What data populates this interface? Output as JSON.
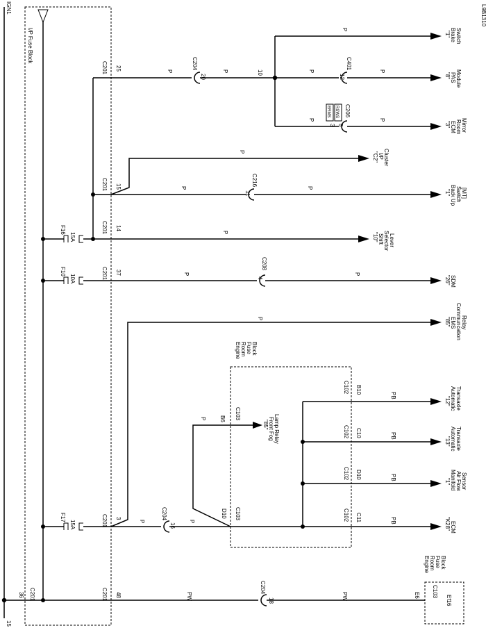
{
  "fig_id": "L9B1310",
  "bus": {
    "name": "IGN1",
    "pin": "15"
  },
  "ip_block": "I/P Fuse Block",
  "er_block": [
    "Engine",
    "Room",
    "Fuse",
    "Block"
  ],
  "er_block2": [
    "Engine",
    "Room",
    "Fuse",
    "Block"
  ],
  "fuses": {
    "f16": {
      "name": "F16",
      "amp": "15A"
    },
    "f10": {
      "name": "F10",
      "amp": "10A"
    },
    "f17": {
      "name": "F17",
      "amp": "15A"
    },
    "ef16": "Ef16"
  },
  "c201": "C201",
  "pins": {
    "p25": "25",
    "p15": "15",
    "p14": "14",
    "p37": "37",
    "p3": "3",
    "p48": "48",
    "p36": "36",
    "b6": "B6",
    "d10": "D10",
    "e6": "E6",
    "b10": "B10",
    "c10": "C10",
    "d10b": "D10",
    "c11": "C11",
    "n10": "10"
  },
  "conns": {
    "c204a": {
      "name": "C204",
      "pin": "20"
    },
    "c204b": {
      "name": "C204",
      "pin": "16"
    },
    "c204c": {
      "name": "C204",
      "pin": "18"
    },
    "c401": {
      "name": "C401",
      "pin": "12"
    },
    "c206": {
      "name": "C206",
      "pin1": "3",
      "pin2": "5",
      "opt1": "ERMS",
      "opt2": "RSWS"
    },
    "c216": {
      "name": "C216",
      "pin": "11"
    },
    "c208": {
      "name": "C208",
      "pin": "4"
    },
    "c103": "C103",
    "c102": "C102"
  },
  "colors": {
    "p": "P",
    "pb": "PB",
    "pw": "PW"
  },
  "dest": {
    "brake": [
      "\"1\"",
      "Brake",
      "Switch"
    ],
    "pas": [
      "\"8\"",
      "PAS",
      "Module"
    ],
    "ecm_mirror": [
      "\"3\"",
      "ECM",
      "Room",
      "Mirror"
    ],
    "ip_cluster": [
      "\"C2\"",
      "I/P",
      "Cluster"
    ],
    "backup": [
      "\"1\"",
      "Back Up",
      "Switch",
      "[MT]"
    ],
    "shift": [
      "\"10\"",
      "Shift",
      "Selector",
      "Lever"
    ],
    "sdm": [
      "\"26\"",
      "SDM"
    ],
    "ems": [
      "\"85\"",
      "EMS",
      "Communcation",
      "Relay"
    ],
    "fog": [
      "\"85\"",
      "Front Fog",
      "Lamp Relay"
    ],
    "at12": [
      "\"12\"",
      "Automatic",
      "Transaxle"
    ],
    "at13": [
      "\"13\"",
      "Automatic",
      "Transaxle"
    ],
    "maf": [
      "\"1\"",
      "Manifold",
      "Air Flow",
      "Sensor"
    ],
    "ecm": [
      "\"K28\"",
      "ECM"
    ]
  }
}
